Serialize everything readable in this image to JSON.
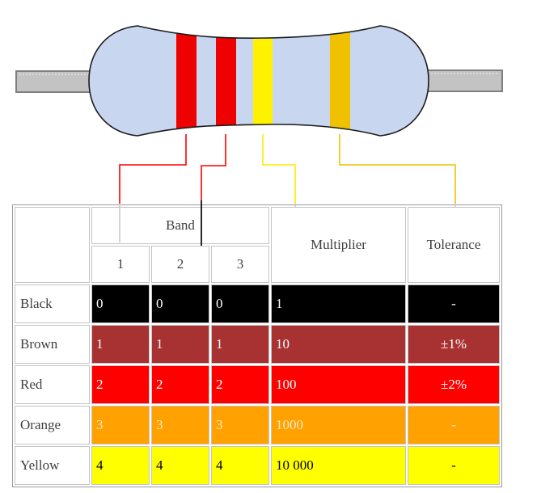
{
  "resistor": {
    "body_color": "#C9D6F0",
    "outline_color": "#1b1b1b",
    "lead_color": "#C3C3C3",
    "lead_border_color": "#7f7f7f",
    "bands": [
      {
        "id": "band-1",
        "color": "#EE0101",
        "maps_to": "Band 1"
      },
      {
        "id": "band-2",
        "color": "#EE0101",
        "maps_to": "Band 2"
      },
      {
        "id": "band-3",
        "color": "#FFF200",
        "maps_to": "Multiplier"
      },
      {
        "id": "band-4",
        "color": "#EFC101",
        "maps_to": "Tolerance"
      }
    ],
    "connectors": {
      "band1_color": "#FF0000",
      "band2_color": "#FF0000",
      "band2_tail_color": "#111111",
      "band3_color": "#FFEB00",
      "band4_color": "#EFC101",
      "faded_tail_color": "#c9c9c9"
    }
  },
  "table": {
    "headers": {
      "corner": "",
      "band_group": "Band",
      "band_cols": [
        "1",
        "2",
        "3"
      ],
      "multiplier": "Multiplier",
      "tolerance": "Tolerance",
      "highlighted_band_col": "2"
    },
    "rows": [
      {
        "label": "Black",
        "bg": "#000000",
        "fg": "#FFFFFF",
        "band1": "0",
        "band2": "0",
        "band3": "0",
        "multiplier": "1",
        "tolerance": "-"
      },
      {
        "label": "Brown",
        "bg": "#A83232",
        "fg": "#FFFFFF",
        "band1": "1",
        "band2": "1",
        "band3": "1",
        "multiplier": "10",
        "tolerance": "±1%"
      },
      {
        "label": "Red",
        "bg": "#FE0000",
        "fg": "#FFFFFF",
        "band1": "2",
        "band2": "2",
        "band3": "2",
        "multiplier": "100",
        "tolerance": "±2%"
      },
      {
        "label": "Orange",
        "bg": "#FFA100",
        "fg": "#FFE9C4",
        "band1": "3",
        "band2": "3",
        "band3": "3",
        "multiplier": "1000",
        "tolerance": "-"
      },
      {
        "label": "Yellow",
        "bg": "#FFFF00",
        "fg": "#000000",
        "band1": "4",
        "band2": "4",
        "band3": "4",
        "multiplier": "10 000",
        "tolerance": "-"
      }
    ]
  }
}
